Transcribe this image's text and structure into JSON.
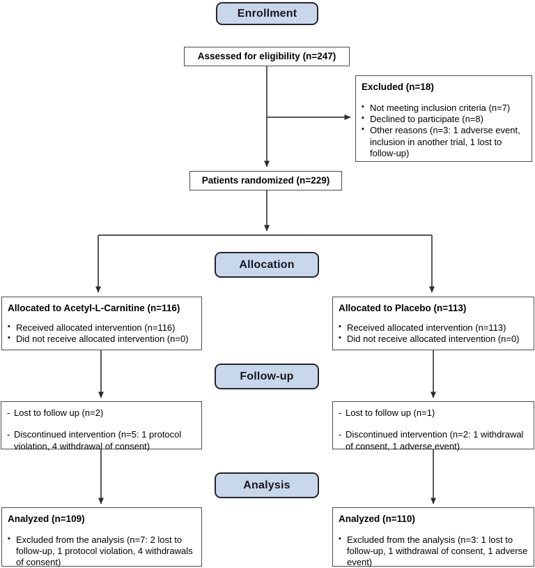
{
  "colors": {
    "stage_fill": "#c9d7ea",
    "stage_border": "#26262e",
    "box_border": "#4b4b4b",
    "connector": "#3c3c3c",
    "text": "#000000"
  },
  "stages": {
    "enrollment": {
      "label": "Enrollment"
    },
    "allocation": {
      "label": "Allocation"
    },
    "followup": {
      "label": "Follow-up"
    },
    "analysis": {
      "label": "Analysis"
    }
  },
  "boxes": {
    "assessed": {
      "title": "Assessed for eligibility (n=247)"
    },
    "excluded": {
      "title": "Excluded (n=18)",
      "items": [
        "Not meeting inclusion criteria (n=7)",
        "Declined to participate (n=8)",
        "Other reasons (n=3: 1 adverse event, inclusion in another trial, 1 lost to follow-up)"
      ]
    },
    "randomized": {
      "title": "Patients randomized (n=229)"
    },
    "alloc_left": {
      "title": "Allocated to Acetyl-L-Carnitine (n=116)",
      "items": [
        "Received allocated intervention (n=116)",
        "Did not receive allocated intervention (n=0)"
      ]
    },
    "alloc_right": {
      "title": "Allocated to Placebo (n=113)",
      "items": [
        "Received allocated intervention (n=113)",
        "Did not receive allocated intervention (n=0)"
      ]
    },
    "followup_left": {
      "items": [
        "Lost to follow up (n=2)",
        "Discontinued intervention (n=5: 1 protocol violation, 4 withdrawal of consent)"
      ]
    },
    "followup_right": {
      "items": [
        "Lost to follow up (n=1)",
        "Discontinued intervention (n=2: 1 withdrawal of consent, 1 adverse event)"
      ]
    },
    "analyzed_left": {
      "title": "Analyzed (n=109)",
      "items": [
        "Excluded from the analysis (n=7: 2 lost to follow-up, 1 protocol violation, 4 withdrawals of consent)"
      ]
    },
    "analyzed_right": {
      "title": "Analyzed (n=110)",
      "items": [
        "Excluded from the analysis (n=3: 1 lost to follow-up, 1 withdrawal of consent, 1 adverse event)"
      ]
    }
  }
}
